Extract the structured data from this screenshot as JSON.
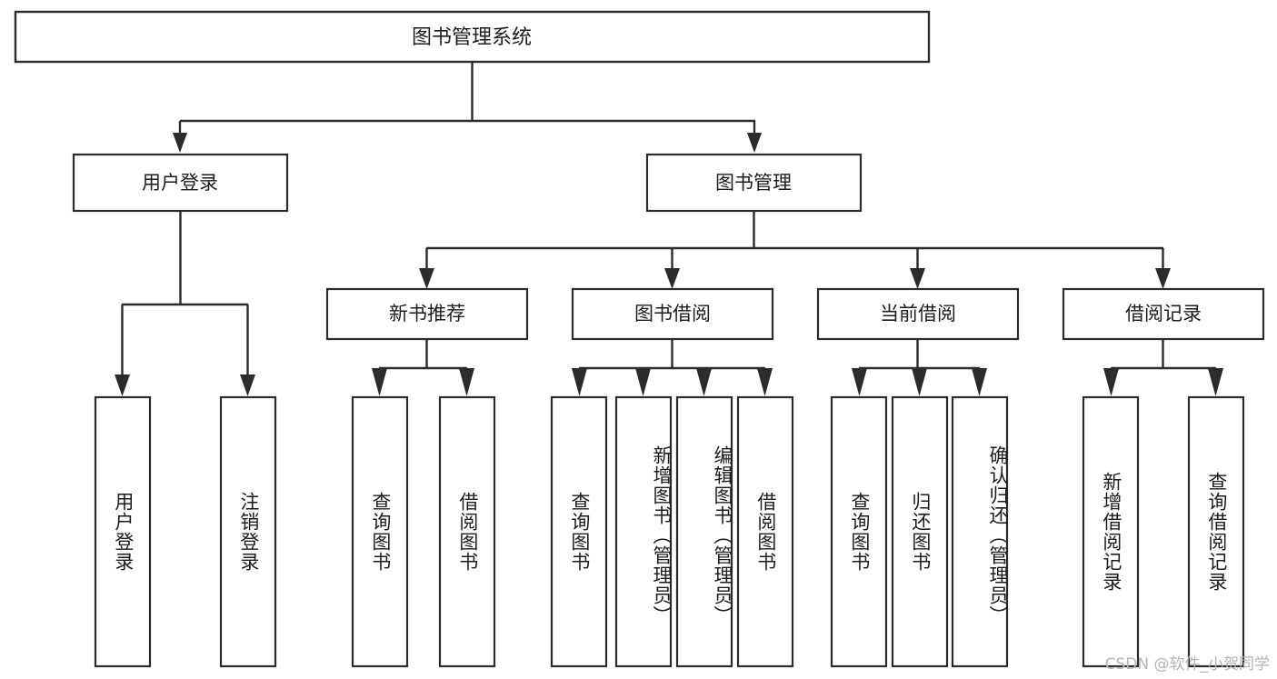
{
  "diagram": {
    "type": "tree",
    "title": "图书管理系统",
    "watermark": "CSDN @软件_小贺同学",
    "colors": {
      "stroke": "#2b2b2b",
      "fill": "#ffffff",
      "text": "#1c1c1c",
      "watermark": "#b4b4b4",
      "background": "#ffffff"
    },
    "root": {
      "label": "图书管理系统"
    },
    "level2": [
      {
        "label": "用户登录"
      },
      {
        "label": "图书管理"
      }
    ],
    "level3": [
      {
        "label": "新书推荐"
      },
      {
        "label": "图书借阅"
      },
      {
        "label": "当前借阅"
      },
      {
        "label": "借阅记录"
      }
    ],
    "leaves": {
      "user_login": [
        {
          "label": "用户登录"
        },
        {
          "label": "注销登录"
        }
      ],
      "new_book_recommend": [
        {
          "label": "查询图书"
        },
        {
          "label": "借阅图书"
        }
      ],
      "book_borrow": [
        {
          "label": "查询图书"
        },
        {
          "label": "新增图书（管理员）"
        },
        {
          "label": "编辑图书（管理员）"
        },
        {
          "label": "借阅图书"
        }
      ],
      "current_borrow": [
        {
          "label": "查询图书"
        },
        {
          "label": "归还图书"
        },
        {
          "label": "确认归还（管理员）"
        }
      ],
      "borrow_record": [
        {
          "label": "新增借阅记录"
        },
        {
          "label": "查询借阅记录"
        }
      ]
    }
  }
}
